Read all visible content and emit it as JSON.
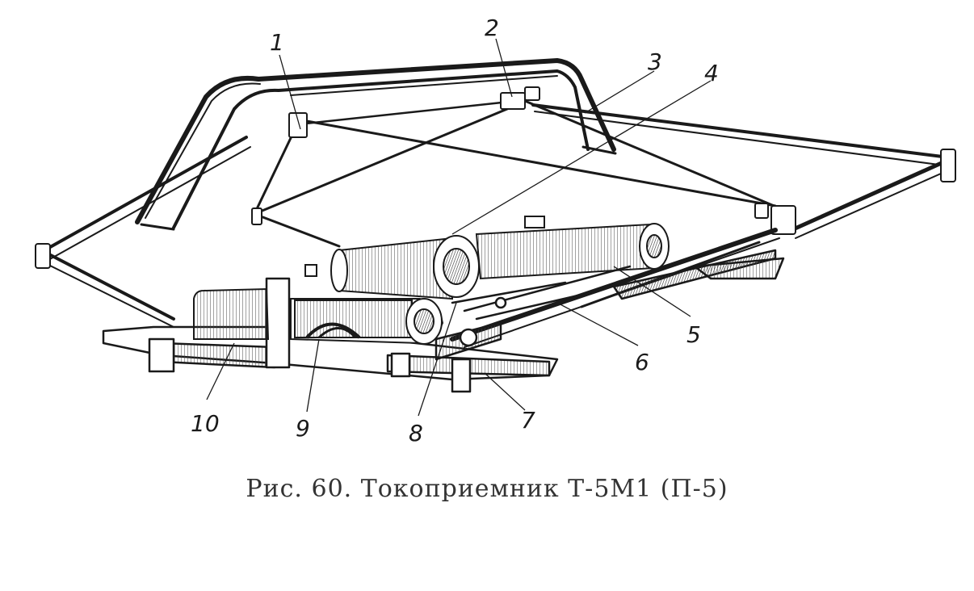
{
  "caption": {
    "prefix": "Рис. 60.",
    "title": "Токоприемник Т-5М1",
    "model": "(П-5)"
  },
  "callouts": [
    "1",
    "2",
    "3",
    "4",
    "5",
    "6",
    "7",
    "8",
    "9",
    "10"
  ],
  "colors": {
    "ink": "#1a1a1a",
    "paper": "#ffffff",
    "caption": "#333333"
  }
}
